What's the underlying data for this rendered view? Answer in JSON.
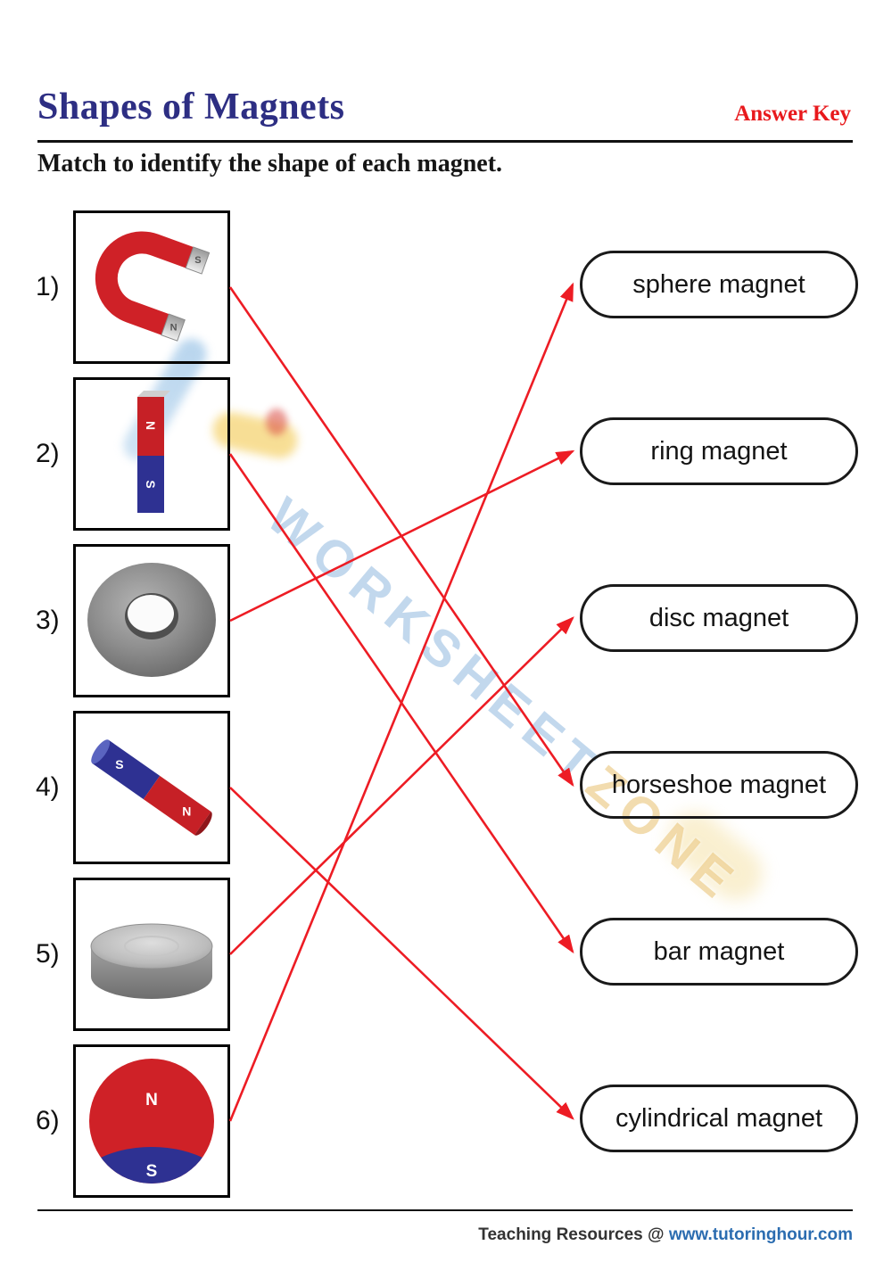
{
  "header": {
    "title": "Shapes of Magnets",
    "answer_key": "Answer Key",
    "instruction": "Match to identify the shape of each magnet."
  },
  "items": [
    {
      "number": "1)",
      "magnet": "horseshoe magnet"
    },
    {
      "number": "2)",
      "magnet": "bar magnet"
    },
    {
      "number": "3)",
      "magnet": "ring magnet"
    },
    {
      "number": "4)",
      "magnet": "cylindrical magnet"
    },
    {
      "number": "5)",
      "magnet": "disc magnet"
    },
    {
      "number": "6)",
      "magnet": "sphere magnet"
    }
  ],
  "labels": [
    "sphere magnet",
    "ring magnet",
    "disc magnet",
    "horseshoe magnet",
    "bar magnet",
    "cylindrical magnet"
  ],
  "matches": [
    {
      "item": 1,
      "label_index": 3
    },
    {
      "item": 2,
      "label_index": 4
    },
    {
      "item": 3,
      "label_index": 1
    },
    {
      "item": 4,
      "label_index": 5
    },
    {
      "item": 5,
      "label_index": 2
    },
    {
      "item": 6,
      "label_index": 0
    }
  ],
  "magnet_letters": {
    "north": "N",
    "south": "S"
  },
  "watermark": {
    "text_primary": "WORKSHEET",
    "text_secondary": "ZONE"
  },
  "footer": {
    "text": "Teaching Resources @",
    "link": "www.tutoringhour.com"
  },
  "colors": {
    "arrow_red": "#ed1c24",
    "title_blue": "#2d2e83",
    "answer_key_red": "#e8191c",
    "link_blue": "#2b6cb0",
    "magnet_red": "#c62026",
    "magnet_blue": "#2e3192"
  }
}
